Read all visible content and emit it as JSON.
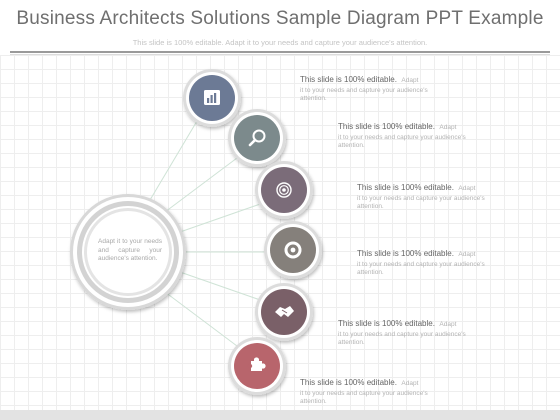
{
  "header": {
    "title": "Business Architects Solutions Sample Diagram PPT Example",
    "subtitle": "This slide is 100% editable. Adapt it to your needs and capture your audience's attention."
  },
  "center": {
    "text": "Adapt it to your needs and capture your audience's attention."
  },
  "items": [
    {
      "icon": "bar-chart-icon",
      "color": "#6c7a95",
      "heading": "This slide is 100% editable.",
      "lead": "Adapt",
      "body": "it to your needs and capture your audience's attention."
    },
    {
      "icon": "magnifier-icon",
      "color": "#7c8a8c",
      "heading": "This slide is 100% editable.",
      "lead": "Adapt",
      "body": "it to your needs and capture your audience's attention."
    },
    {
      "icon": "target-icon",
      "color": "#7b6c79",
      "heading": "This slide is 100% editable.",
      "lead": "Adapt",
      "body": "it to your needs and capture your audience's attention."
    },
    {
      "icon": "lifebuoy-icon",
      "color": "#85807b",
      "heading": "This slide is 100% editable.",
      "lead": "Adapt",
      "body": "it to your needs and capture your audience's attention."
    },
    {
      "icon": "handshake-icon",
      "color": "#7a6068",
      "heading": "This slide is 100% editable.",
      "lead": "Adapt",
      "body": "it to your needs and capture your audience's attention."
    },
    {
      "icon": "puzzle-icon",
      "color": "#b8656c",
      "heading": "This slide is 100% editable.",
      "lead": "Adapt",
      "body": "it to your needs and capture your audience's attention."
    }
  ]
}
